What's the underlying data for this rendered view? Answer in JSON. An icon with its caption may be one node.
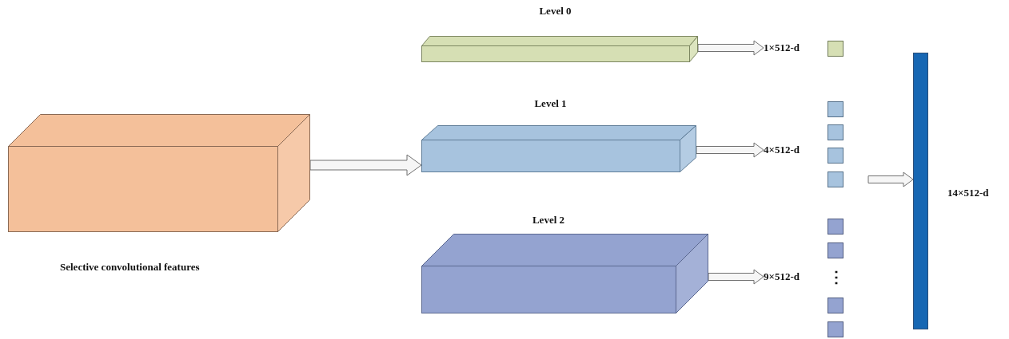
{
  "diagram": {
    "nodes": [
      {
        "text": [],
        "shape": "box",
        "beside": [
          "Selective convolutional features"
        ]
      },
      {
        "text": [
          "Level 0"
        ]
      },
      {
        "text": [
          "1×512-d"
        ]
      },
      {
        "text": [],
        "shape": "box"
      },
      {
        "text": [
          "Level 1"
        ]
      },
      {
        "text": [
          "4×512-d"
        ]
      },
      {
        "text": [],
        "shape": "box"
      },
      {
        "text": [],
        "shape": "box"
      },
      {
        "text": [],
        "shape": "box"
      },
      {
        "text": [],
        "shape": "box"
      },
      {
        "text": [
          "Level 2"
        ]
      },
      {
        "text": [
          "9×512-d"
        ]
      },
      {
        "text": [],
        "shape": "box"
      },
      {
        "text": [],
        "shape": "box"
      },
      {
        "text": [],
        "shape": "box"
      },
      {
        "text": [],
        "shape": "box"
      },
      {
        "text": [],
        "shape": "bar",
        "beside": [
          "14×512-d"
        ]
      }
    ],
    "edges": [
      {
        "from": 0,
        "to": 4,
        "arrow": "to"
      },
      {
        "from": 1,
        "to": 2,
        "arrow": "to"
      },
      {
        "from": 4,
        "to": 5,
        "arrow": "to"
      },
      {
        "from": 10,
        "to": 11,
        "arrow": "to"
      },
      {
        "from": null,
        "to": 16,
        "arrow": "to"
      }
    ],
    "labels": [
      "⋮"
    ]
  }
}
